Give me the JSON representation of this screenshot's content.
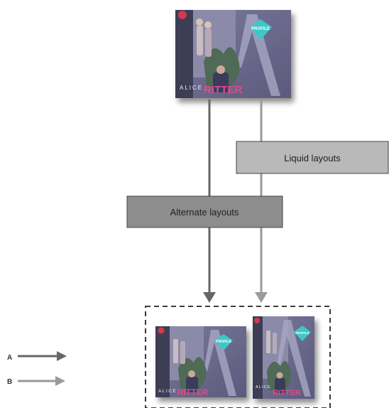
{
  "boxes": {
    "liquid_label": "Liquid layouts",
    "alternate_label": "Alternate layouts"
  },
  "legend": {
    "a_label": "A",
    "b_label": "B"
  },
  "cover": {
    "first_name": "ALICE",
    "last_name": "RITTER",
    "badge_text": "PROFILE",
    "big_letter": "A"
  },
  "colors": {
    "arrow_a": "#666666",
    "arrow_b": "#9a9a9a",
    "liquid_box": "#b9b9b9",
    "alternate_box": "#8d8d8d",
    "cover_bg": "#6b6a8c",
    "badge": "#3ec7c6",
    "last_name": "#d94f86"
  }
}
